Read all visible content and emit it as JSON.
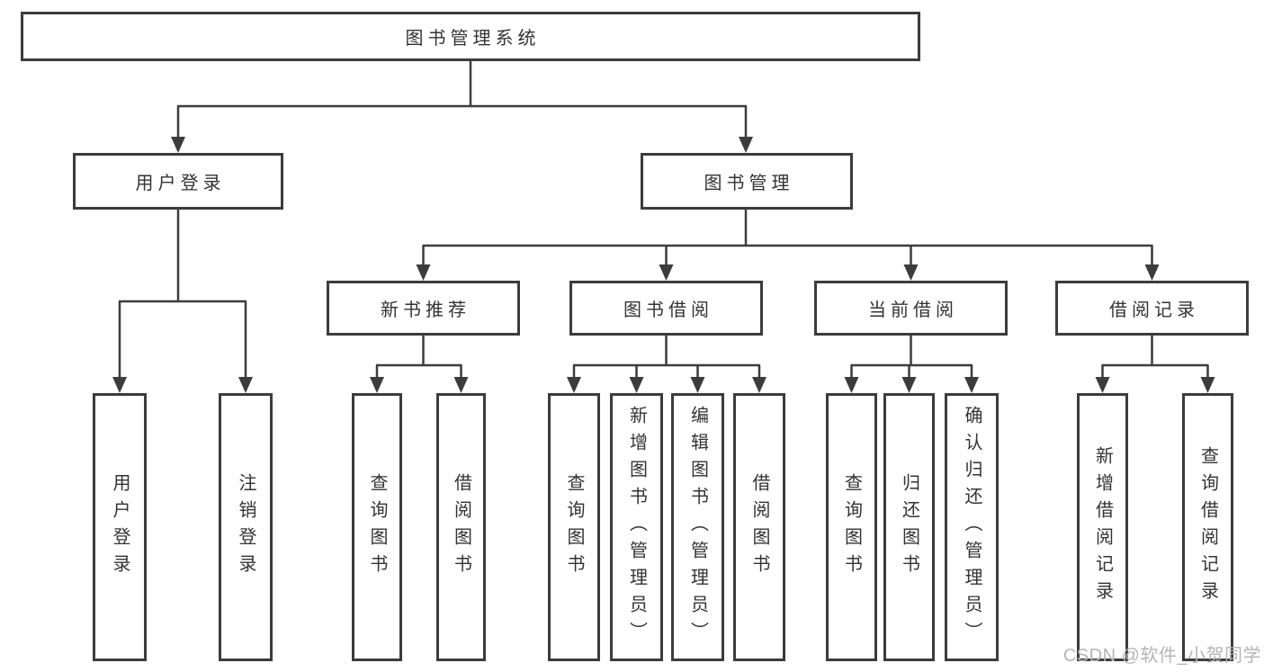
{
  "tree": {
    "root": {
      "label": "图书管理系统"
    },
    "branches": [
      {
        "label": "用户登录",
        "children": [
          {
            "label": "用户登录"
          },
          {
            "label": "注销登录"
          }
        ]
      },
      {
        "label": "图书管理",
        "groups": [
          {
            "label": "新书推荐",
            "children": [
              {
                "label": "查询图书"
              },
              {
                "label": "借阅图书"
              }
            ]
          },
          {
            "label": "图书借阅",
            "children": [
              {
                "label": "查询图书"
              },
              {
                "label": "新增图书（管理员）"
              },
              {
                "label": "编辑图书（管理员）"
              },
              {
                "label": "借阅图书"
              }
            ]
          },
          {
            "label": "当前借阅",
            "children": [
              {
                "label": "查询图书"
              },
              {
                "label": "归还图书"
              },
              {
                "label": "确认归还（管理员）"
              }
            ]
          },
          {
            "label": "借阅记录",
            "children": [
              {
                "label": "新增借阅记录"
              },
              {
                "label": "查询借阅记录"
              }
            ]
          }
        ]
      }
    ]
  },
  "watermark": "CSDN @软件_小贺同学",
  "colors": {
    "line": "#3c3c3c",
    "text": "#333333",
    "box_background": "#ffffff",
    "watermark": "#b5b5b5",
    "background": "#ffffff"
  }
}
